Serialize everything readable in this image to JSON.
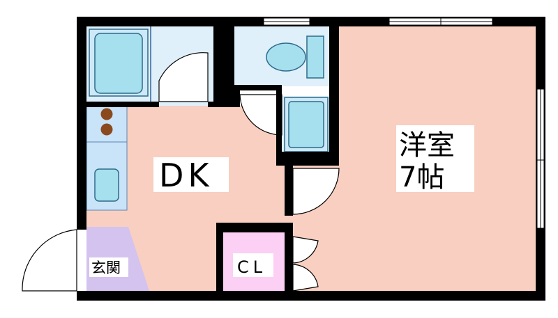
{
  "rooms": {
    "dk": {
      "label": "DK"
    },
    "western_room": {
      "label_line1": "洋室",
      "label_line2": "7帖"
    },
    "closet": {
      "label": "CL"
    },
    "entrance": {
      "label": "玄関"
    }
  },
  "colors": {
    "wall": "#000000",
    "living_floor": "#f8cfc0",
    "wet_area": "#dff0fb",
    "fixture": "#a6e0ee",
    "closet_floor": "#fbd0f4",
    "entrance_floor": "#d3c3ee",
    "kitchen_counter": "#c9e3f8",
    "stove_burner": "#8b4a1e"
  }
}
